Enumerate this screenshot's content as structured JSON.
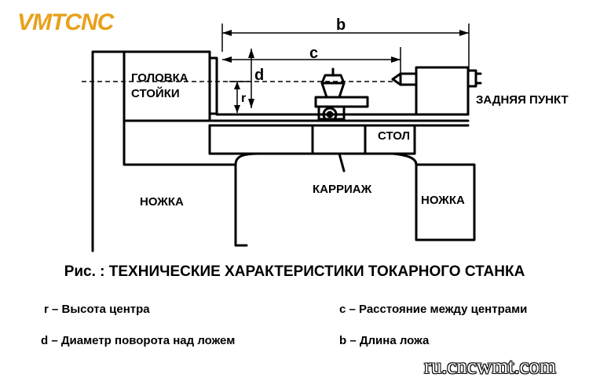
{
  "logo": {
    "text": "VMTCNC",
    "color": "#e8a11b"
  },
  "labels": {
    "headstock_line1": "ГОЛОВКА",
    "headstock_line2": "СТОЙКИ",
    "tailstock": "ЗАДНЯЯ ПУНКТ",
    "table": "СТОЛ",
    "carriage": "КАРРИАЖ",
    "leg_left": "НОЖКА",
    "leg_right": "НОЖКА",
    "dim_b": "b",
    "dim_c": "c",
    "dim_d": "d",
    "dim_r": "r"
  },
  "caption": "Рис. : ТЕХНИЧЕСКИЕ ХАРАКТЕРИСТИКИ ТОКАРНОГО СТАНКА",
  "legend": {
    "r": "r – Высота центра",
    "d": "d – Диаметр поворота над ложем",
    "c": "c – Расстояние между центрами",
    "b": "b – Длина ложа"
  },
  "watermark": "ru.cncwmt.com"
}
